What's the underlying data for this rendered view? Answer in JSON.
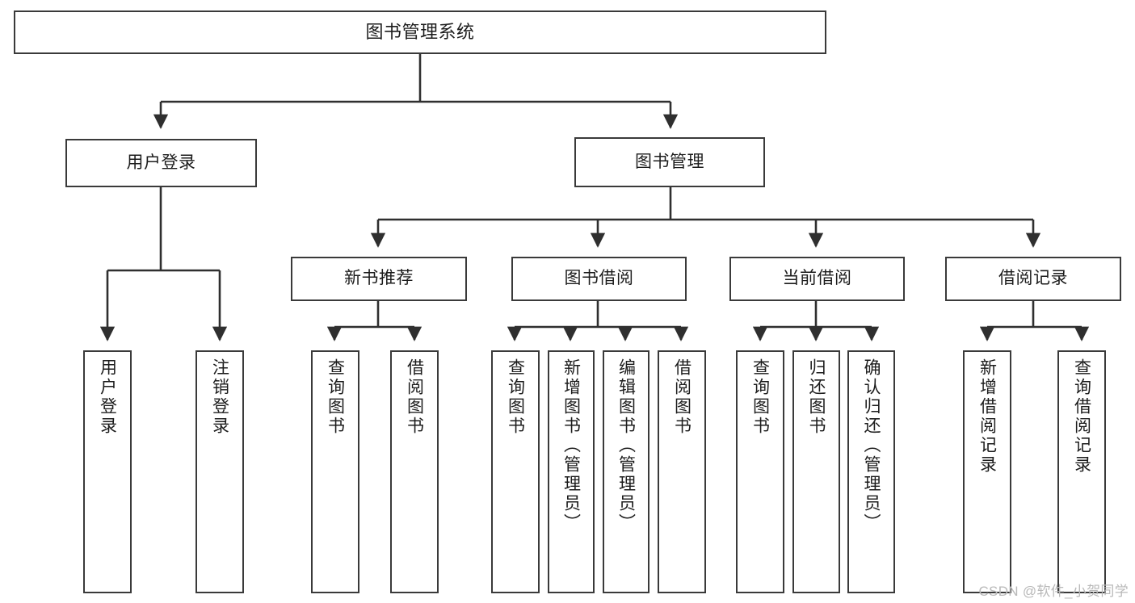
{
  "diagram": {
    "title": "图书管理系统",
    "root": {
      "label": "图书管理系统"
    },
    "level1": [
      {
        "label": "用户登录"
      },
      {
        "label": "图书管理"
      }
    ],
    "level2": [
      {
        "label": "新书推荐"
      },
      {
        "label": "图书借阅"
      },
      {
        "label": "当前借阅"
      },
      {
        "label": "借阅记录"
      }
    ],
    "leaves": [
      {
        "label": "用户登录"
      },
      {
        "label": "注销登录"
      },
      {
        "label": "查询图书"
      },
      {
        "label": "借阅图书"
      },
      {
        "label": "查询图书"
      },
      {
        "label": "新增图书（管理员）"
      },
      {
        "label": "编辑图书（管理员）"
      },
      {
        "label": "借阅图书"
      },
      {
        "label": "查询图书"
      },
      {
        "label": "归还图书"
      },
      {
        "label": "确认归还（管理员）"
      },
      {
        "label": "新增借阅记录"
      },
      {
        "label": "查询借阅记录"
      }
    ]
  },
  "watermark": {
    "text": "CSDN @软件_小贺同学"
  },
  "colors": {
    "stroke": "#3a3a3a",
    "background": "#ffffff",
    "text": "#1c1c1c",
    "watermark": "#b9b9b9"
  }
}
